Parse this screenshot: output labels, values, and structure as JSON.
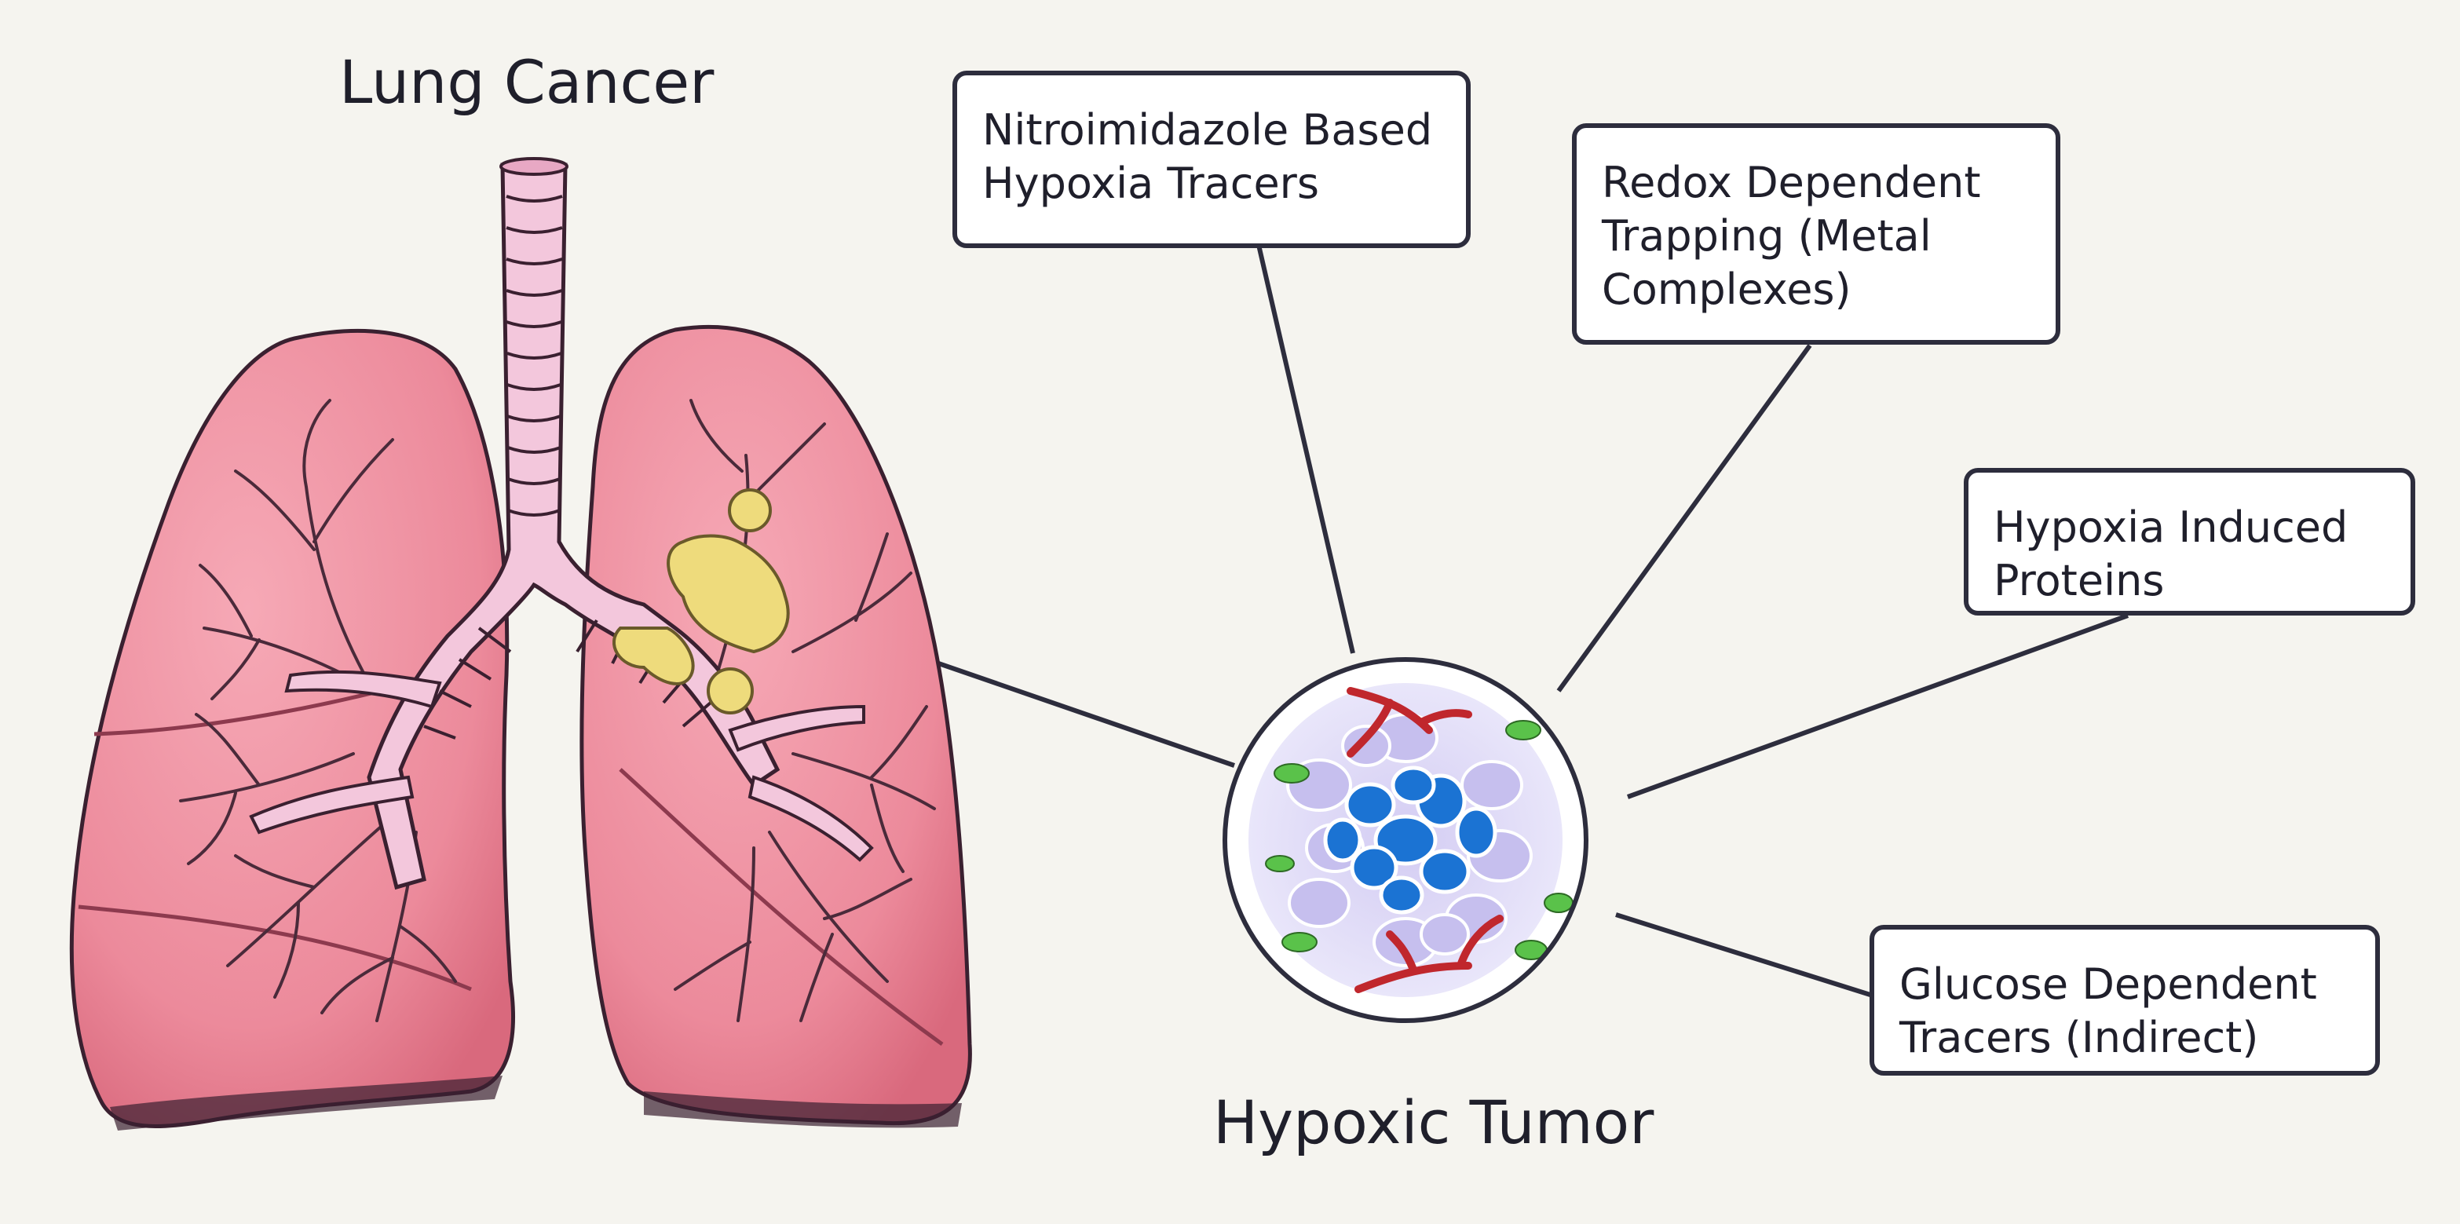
{
  "titles": {
    "lung": "Lung Cancer",
    "tumor": "Hypoxic Tumor"
  },
  "labels": {
    "nitro": [
      "Nitroimidazole Based",
      "Hypoxia Tracers"
    ],
    "redox": [
      "Redox Dependent",
      "Trapping (Metal",
      "Complexes)"
    ],
    "proteins": [
      "Hypoxia Induced",
      "Proteins"
    ],
    "glucose": [
      "Glucose Dependent",
      "Tracers (Indirect)"
    ]
  },
  "colors": {
    "lung": "#ef8e9e",
    "lung_dark": "#c9586c",
    "airway": "#f3c7dc",
    "tumor_mass": "#eedb7c",
    "vessel": "#c0272d",
    "hypoxic_core": "#1b73d3",
    "cell": "#c9c3ee",
    "stroma": "#5ac24a",
    "line": "#2d2d3d"
  }
}
